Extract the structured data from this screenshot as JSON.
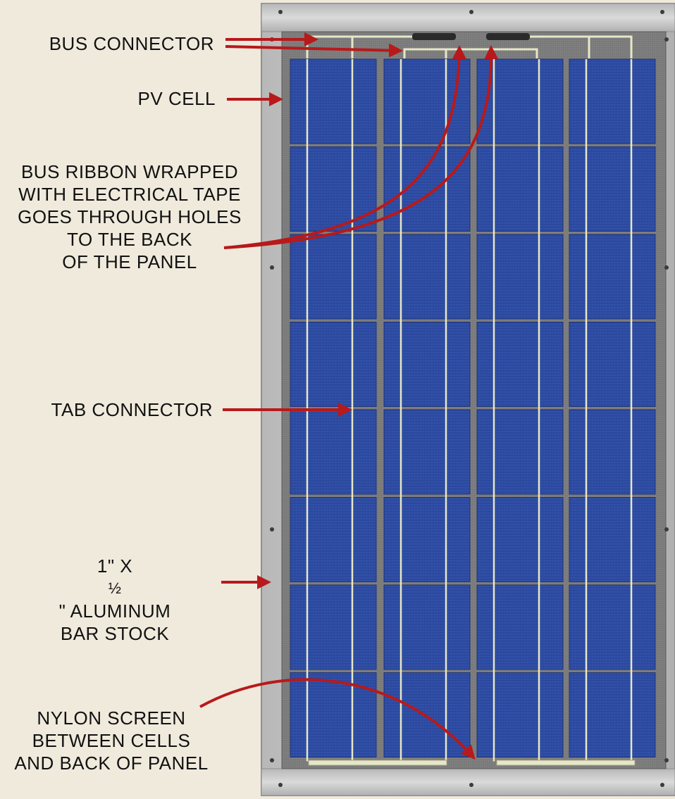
{
  "colors": {
    "background": "#efeadc",
    "arrow": "#b8191b",
    "frame": "#c9c9c9",
    "frame_edge": "#8e8e8e",
    "cell": "#2f4fa5",
    "cell_dark": "#233d8a",
    "ribbon": "#e6e7c8",
    "screen": "#7b7b7b"
  },
  "labels": {
    "bus_connector": "BUS CONNECTOR",
    "pv_cell": "PV CELL",
    "bus_ribbon": [
      "BUS RIBBON WRAPPED",
      "WITH ELECTRICAL TAPE",
      "GOES THROUGH HOLES",
      "TO THE BACK",
      "OF THE PANEL"
    ],
    "tab_connector": "TAB CONNECTOR",
    "aluminum": {
      "line1_prefix": "1\" X ",
      "fraction": "½",
      "line1_suffix": "\" ALUMINUM",
      "line2": "BAR STOCK"
    },
    "nylon_screen": [
      "NYLON SCREEN",
      "BETWEEN CELLS",
      "AND BACK OF PANEL"
    ]
  },
  "panel": {
    "columns": 4,
    "rows": 8
  }
}
